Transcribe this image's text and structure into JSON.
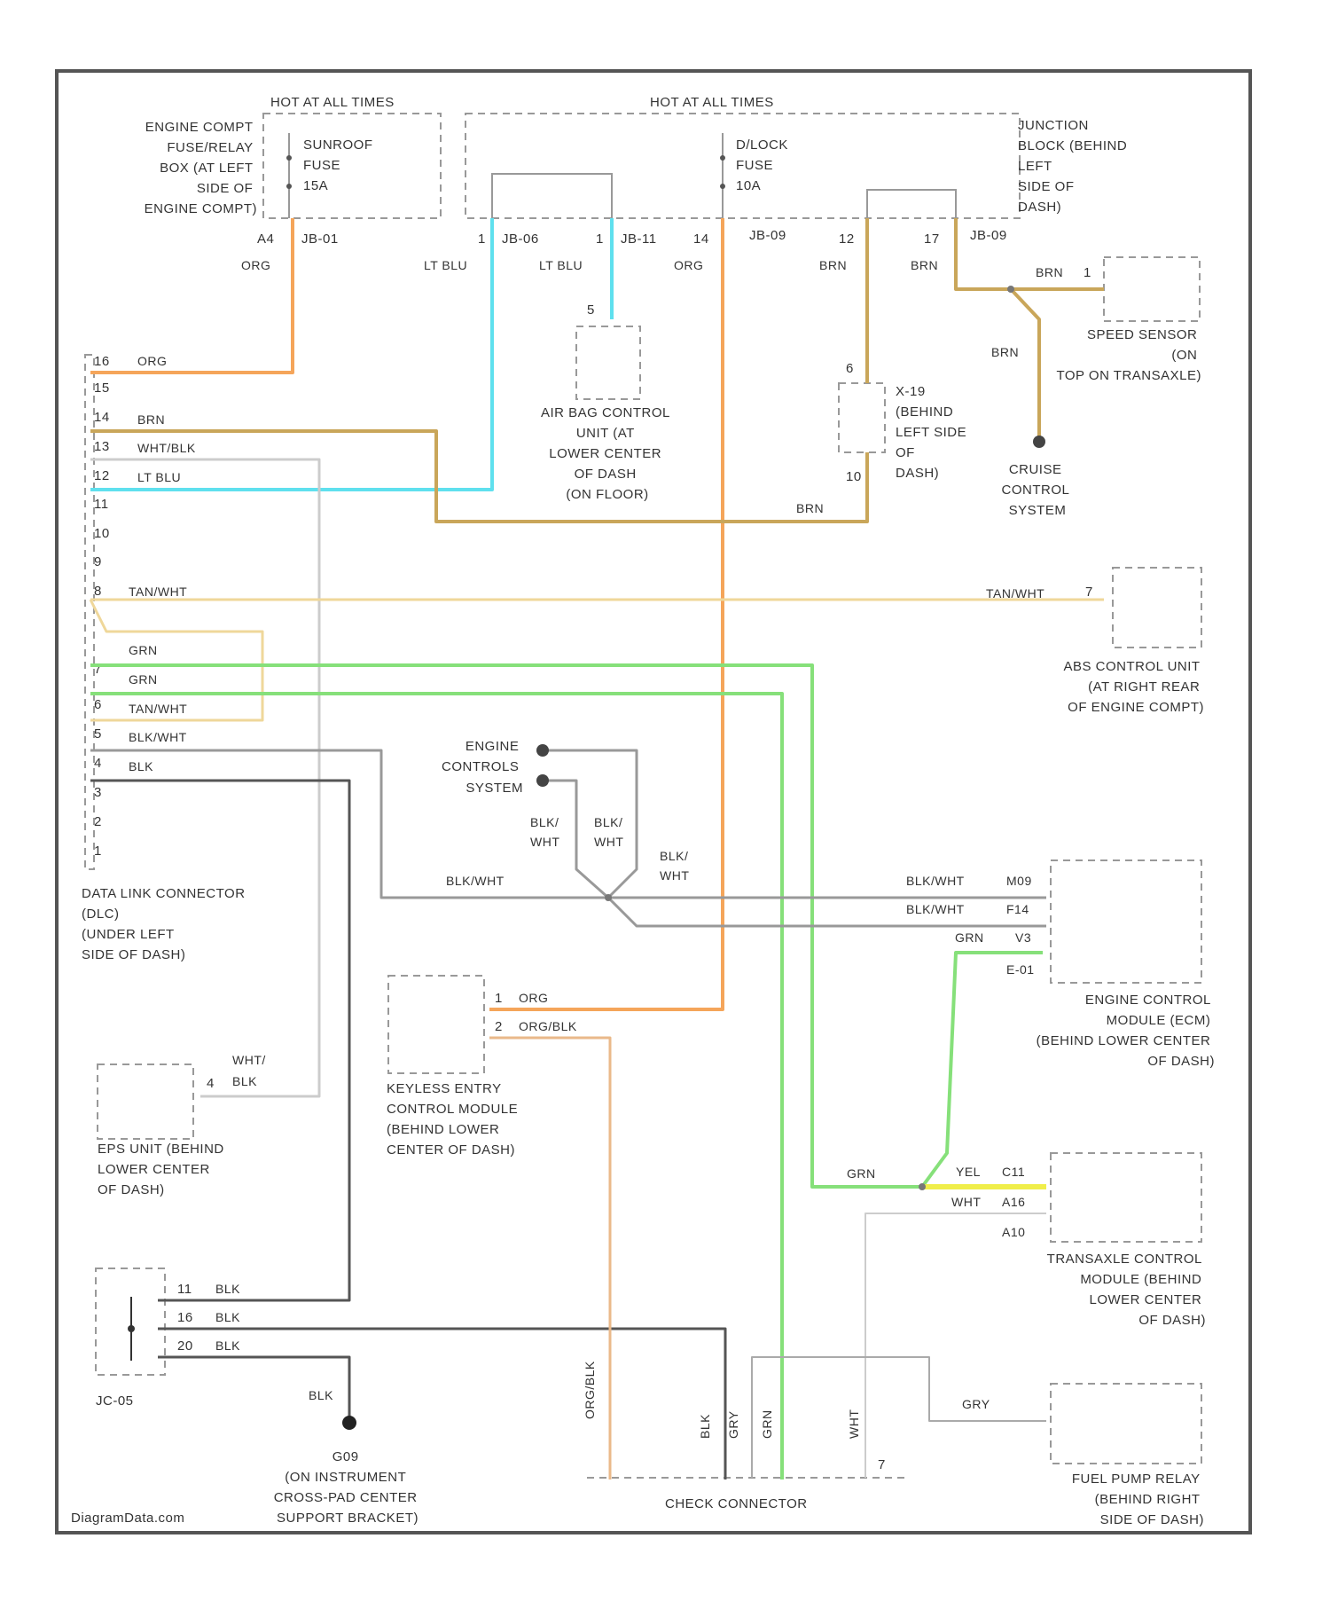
{
  "colors": {
    "org": "#f5a55a",
    "ltblu": "#5fe0ee",
    "brn": "#c9a65a",
    "tanwht": "#efd79a",
    "grn": "#86e07a",
    "blkwht": "#999999",
    "blk": "#555555",
    "wht": "#cccccc",
    "gry": "#aaaaaa",
    "yel": "#f0ee4a",
    "orgblk": "#eab98a"
  },
  "labels": {
    "hot1": "HOT AT ALL TIMES",
    "hot2": "HOT AT ALL TIMES",
    "fuse_relay_box": [
      "ENGINE COMPT",
      "FUSE/RELAY",
      "BOX (AT LEFT",
      "SIDE OF",
      "ENGINE COMPT)"
    ],
    "sunroof_fuse": [
      "SUNROOF",
      "FUSE",
      "15A"
    ],
    "dlock_fuse": [
      "D/LOCK",
      "FUSE",
      "10A"
    ],
    "junction_block": [
      "JUNCTION",
      "BLOCK (BEHIND",
      "LEFT",
      "SIDE OF",
      "DASH)"
    ],
    "pin_a4": "A4",
    "conn_jb01": "JB-01",
    "pin_jb06_a": "1",
    "conn_jb06": "JB-06",
    "pin_jb11": "1",
    "conn_jb11": "JB-11",
    "pin_14": "14",
    "conn_jb09a": "JB-09",
    "pin_12": "12",
    "pin_17": "17",
    "conn_jb09b": "JB-09",
    "w_org1": "ORG",
    "w_ltblu1": "LT BLU",
    "w_ltblu2": "LT BLU",
    "w_org2": "ORG",
    "w_brn1": "BRN",
    "w_brn2": "BRN",
    "w_brn3": "BRN",
    "w_brn4": "BRN",
    "w_brn5": "BRN",
    "speed_pin": "1",
    "speed_sensor": [
      "SPEED SENSOR",
      "(ON",
      "TOP ON TRANSAXLE)"
    ],
    "cruise": [
      "CRUISE",
      "CONTROL",
      "SYSTEM"
    ],
    "airbag_pin": "5",
    "airbag": [
      "AIR BAG CONTROL",
      "UNIT (AT",
      "LOWER CENTER",
      "OF DASH",
      "(ON FLOOR)"
    ],
    "j19_pin_top": "6",
    "j19_pin_bot": "10",
    "j19": [
      "X-19",
      "(BEHIND",
      "LEFT SIDE",
      "OF",
      "DASH)"
    ],
    "dlc_pins": [
      "16",
      "15",
      "14",
      "13",
      "12",
      "11",
      "10",
      "9",
      "8",
      "7",
      "6",
      "5",
      "4",
      "3",
      "2",
      "1"
    ],
    "dlc_w16": "ORG",
    "dlc_w14": "BRN",
    "dlc_w13": "WHT/BLK",
    "dlc_w12": "LT BLU",
    "dlc_w8": "TAN/WHT",
    "dlc_w7a": "GRN",
    "dlc_w7": "GRN",
    "dlc_w6": "TAN/WHT",
    "dlc_w5": "BLK/WHT",
    "dlc_w4": "BLK",
    "dlc": [
      "DATA LINK CONNECTOR",
      "(DLC)",
      "(UNDER LEFT",
      "SIDE OF DASH)"
    ],
    "abs_wire": "TAN/WHT",
    "abs_pin": "7",
    "abs": [
      "ABS CONTROL UNIT",
      "(AT RIGHT REAR",
      "OF ENGINE COMPT)"
    ],
    "engine_controls": [
      "ENGINE",
      "CONTROLS",
      "SYSTEM"
    ],
    "w_blkwht_a": [
      "BLK/",
      "WHT"
    ],
    "w_blkwht_b": [
      "BLK/",
      "WHT"
    ],
    "w_blkwht_c": [
      "BLK/",
      "WHT"
    ],
    "w_blkwht_main": "BLK/WHT",
    "ecm_w1": "BLK/WHT",
    "ecm_p1": "M09",
    "ecm_w2": "BLK/WHT",
    "ecm_p2": "F14",
    "ecm_w3": "GRN",
    "ecm_p3": "V3",
    "ecm_p4": "E-01",
    "ecm": [
      "ENGINE CONTROL",
      "MODULE (ECM)",
      "(BEHIND LOWER CENTER",
      "OF DASH)"
    ],
    "kec_p1": "1",
    "kec_w1": "ORG",
    "kec_p2": "2",
    "kec_w2": "ORG/BLK",
    "kec": [
      "KEYLESS ENTRY",
      "CONTROL MODULE",
      "(BEHIND LOWER",
      "CENTER OF DASH)"
    ],
    "eps_w": [
      "WHT/",
      "BLK"
    ],
    "eps_pin": "4",
    "eps": [
      "EPS UNIT (BEHIND",
      "LOWER CENTER",
      "OF DASH)"
    ],
    "tcm_w1": "GRN",
    "tcm_w2": "YEL",
    "tcm_p1": "C11",
    "tcm_w3": "WHT",
    "tcm_p2": "A16",
    "tcm_p3": "A10",
    "tcm": [
      "TRANSAXLE CONTROL",
      "MODULE (BEHIND",
      "LOWER CENTER",
      "OF DASH)"
    ],
    "j20_pins": [
      "11",
      "16",
      "20"
    ],
    "j20_wires": [
      "BLK",
      "BLK",
      "BLK"
    ],
    "j20": "JC-05",
    "g_wire": "BLK",
    "g": [
      "G09",
      "(ON INSTRUMENT",
      "CROSS-PAD CENTER",
      "SUPPORT BRACKET)"
    ],
    "fpr_wire": "GRY",
    "fpr": [
      "FUEL PUMP RELAY",
      "(BEHIND RIGHT",
      "SIDE OF DASH)"
    ],
    "cc_w1": "ORG/BLK",
    "cc_w2": "BLK",
    "cc_w3": "GRY",
    "cc_w4": "GRN",
    "cc_w5": "WHT",
    "cc_pin": "7",
    "check_connector": "CHECK CONNECTOR",
    "watermark": "DiagramData.com"
  }
}
